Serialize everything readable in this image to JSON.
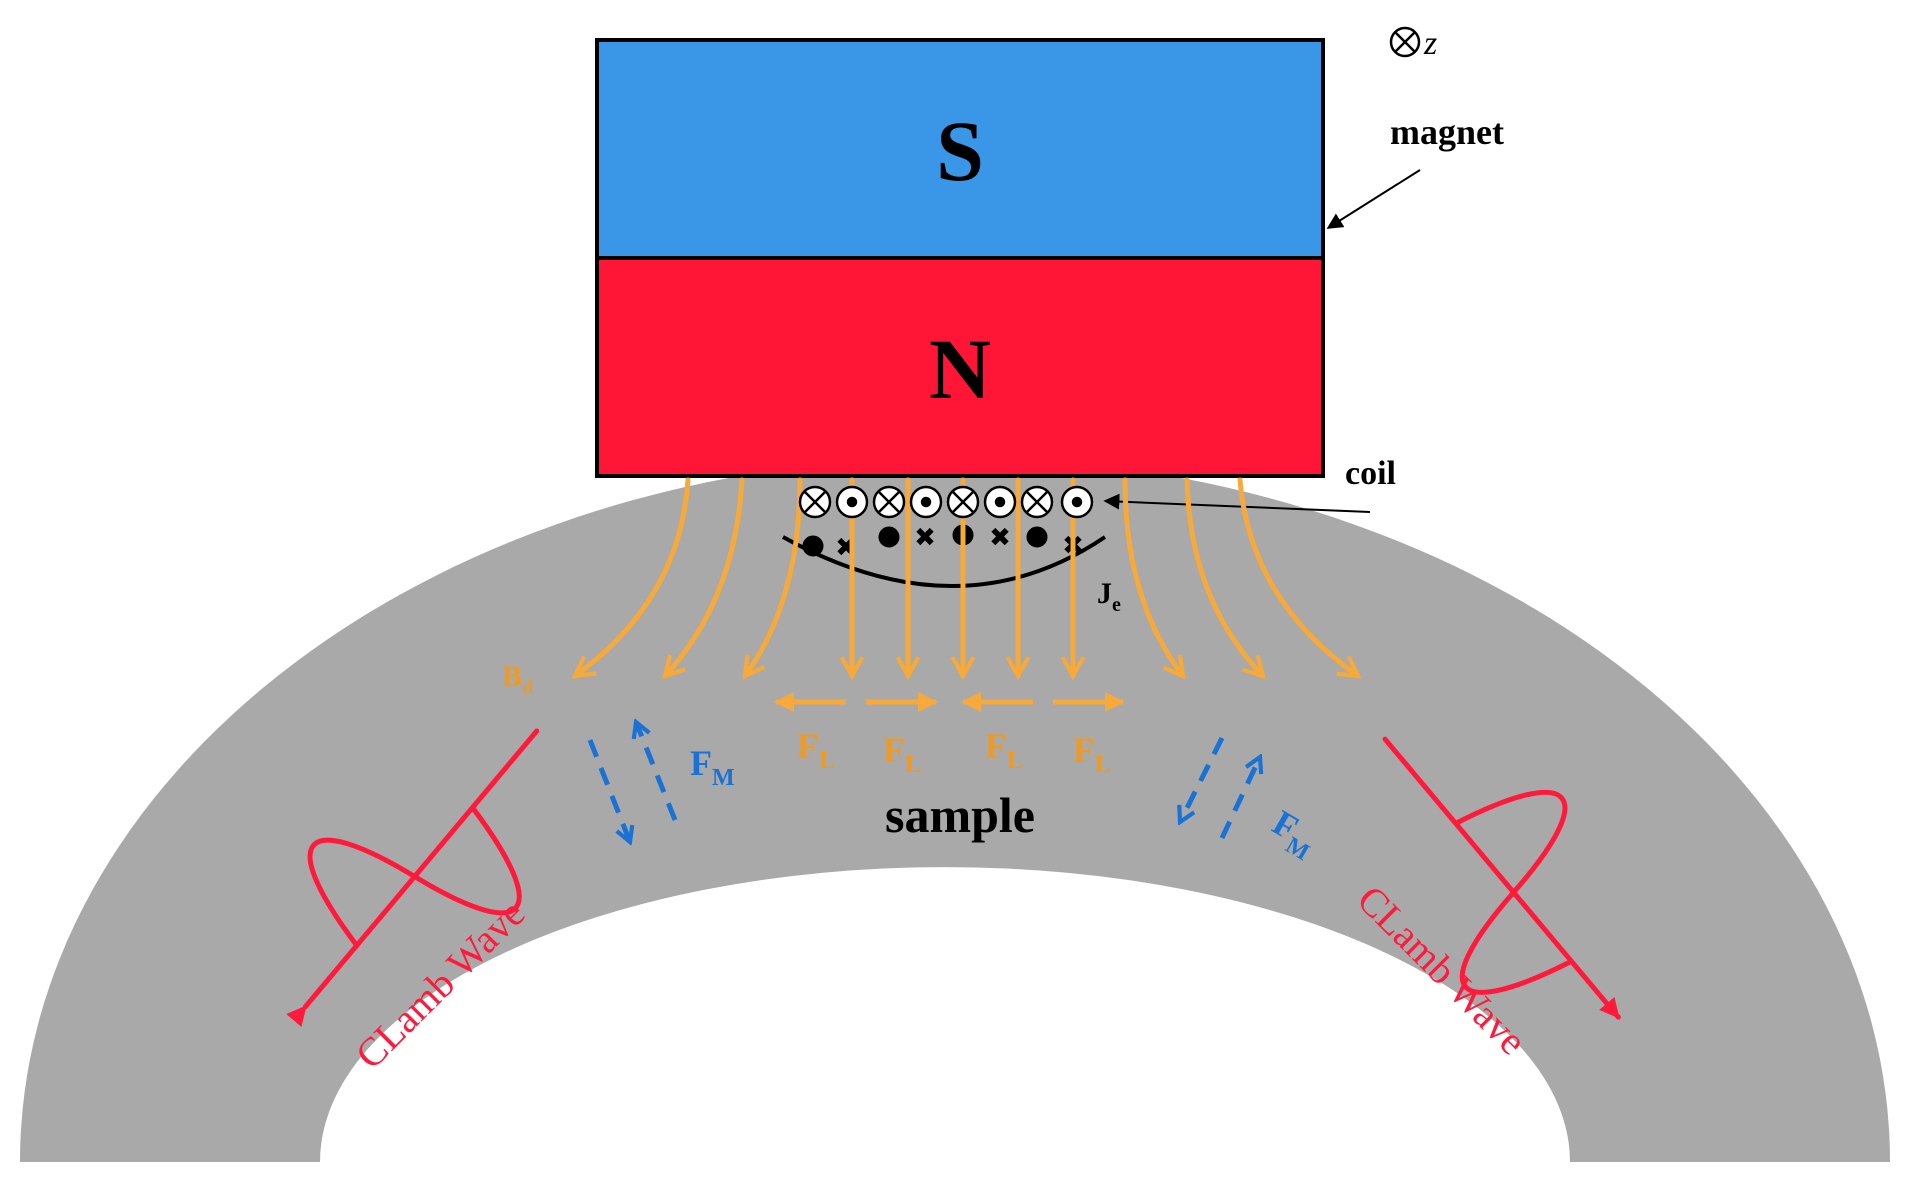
{
  "axis": {
    "symbol": "⊗",
    "label": "z"
  },
  "magnet": {
    "label": "magnet",
    "south_pole": {
      "label": "S"
    },
    "north_pole": {
      "label": "N"
    }
  },
  "coil": {
    "label": "coil"
  },
  "eddy_current": {
    "main": "J",
    "sub": "e"
  },
  "field": {
    "main": "B",
    "sub": "d"
  },
  "lorentz_forces": [
    {
      "main": "F",
      "sub": "L"
    },
    {
      "main": "F",
      "sub": "L"
    },
    {
      "main": "F",
      "sub": "L"
    },
    {
      "main": "F",
      "sub": "L"
    }
  ],
  "magnetostrictive_forces": [
    {
      "main": "F",
      "sub": "M"
    },
    {
      "main": "F",
      "sub": "M"
    }
  ],
  "sample": {
    "label": "sample"
  },
  "waves": [
    {
      "label": "CLamb Wave"
    },
    {
      "label": "CLamb Wave"
    }
  ],
  "colors": {
    "south": "#3a96e6",
    "north": "#ff1535",
    "sample": "#a9a9a9",
    "field_lines": "#f7a93a",
    "force_label": "#f29a1e",
    "fm": "#1a72d4",
    "wave": "#ff1a3c"
  }
}
